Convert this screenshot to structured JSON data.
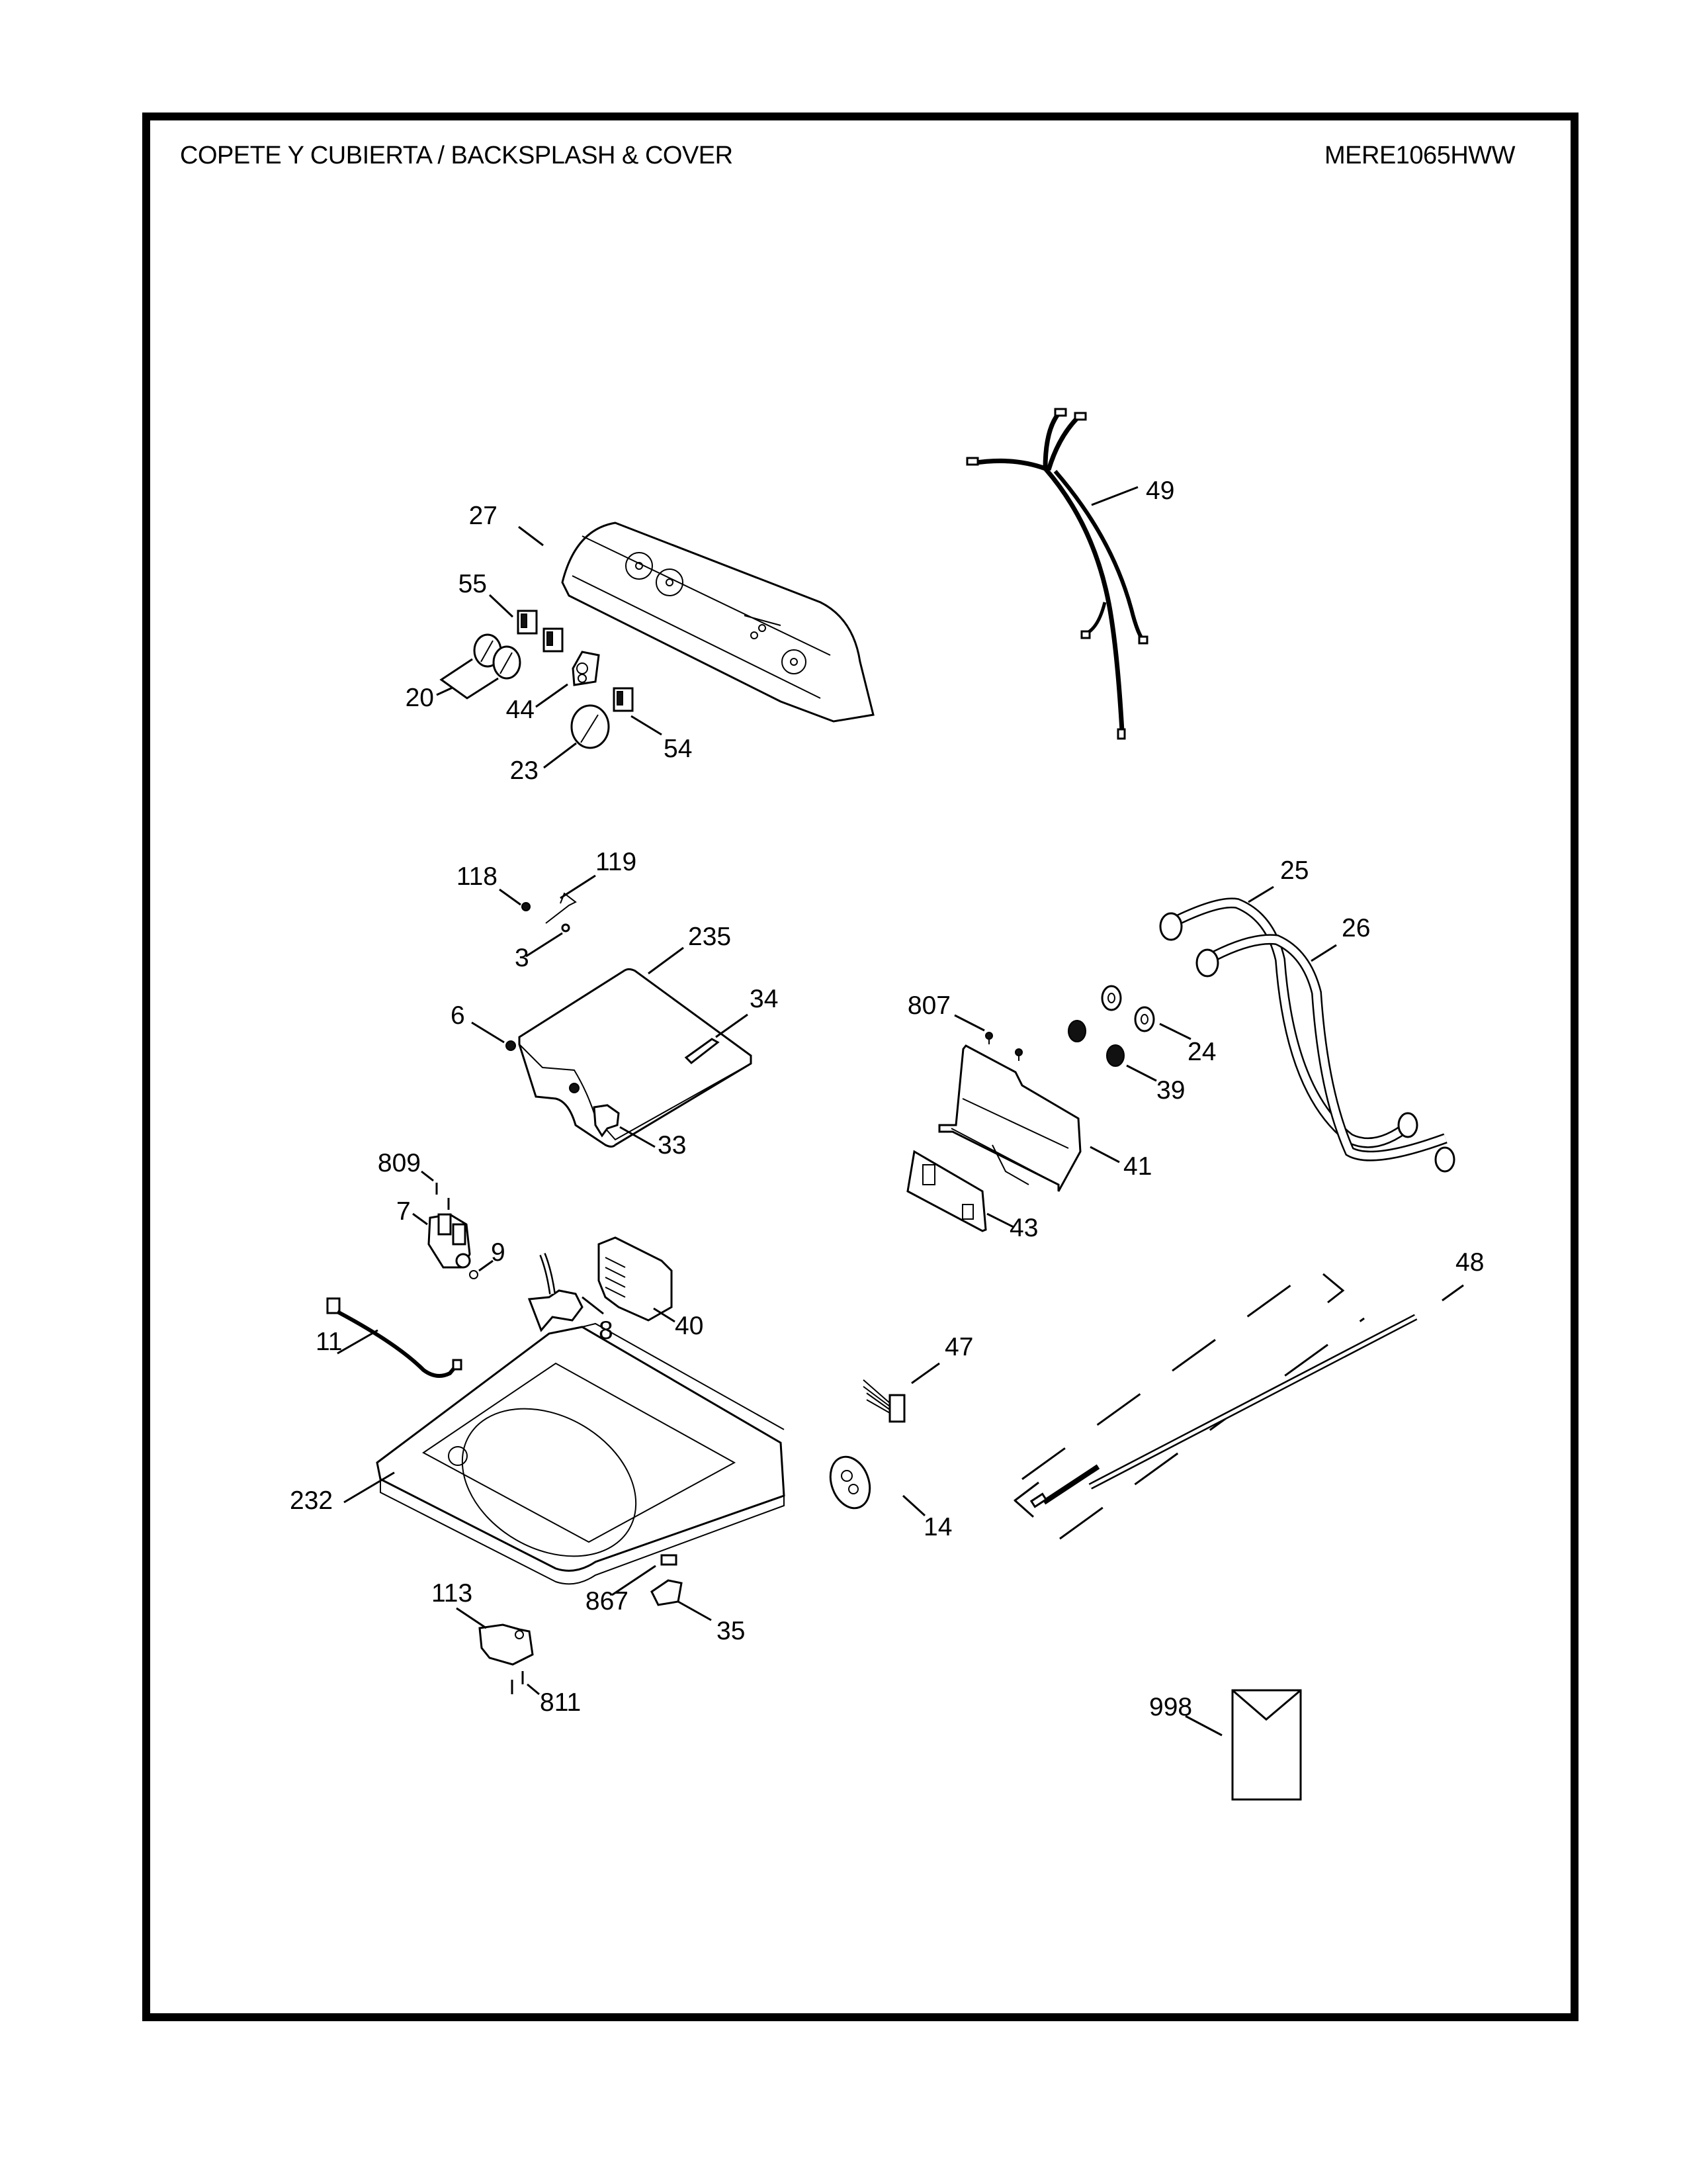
{
  "page": {
    "title": "COPETE Y CUBIERTA / BACKSPLASH & COVER",
    "model": "MERE1065HWW"
  },
  "parts": {
    "p27": "27",
    "p55": "55",
    "p20": "20",
    "p44": "44",
    "p23": "23",
    "p54": "54",
    "p49": "49",
    "p118": "118",
    "p119": "119",
    "p3": "3",
    "p235": "235",
    "p6": "6",
    "p34": "34",
    "p33": "33",
    "p807": "807",
    "p24": "24",
    "p39": "39",
    "p41": "41",
    "p25": "25",
    "p26": "26",
    "p43": "43",
    "p809": "809",
    "p7": "7",
    "p9": "9",
    "p40": "40",
    "p8": "8",
    "p48": "48",
    "p11": "11",
    "p47": "47",
    "p14": "14",
    "p232": "232",
    "p867": "867",
    "p35": "35",
    "p113": "113",
    "p811": "811",
    "p998": "998"
  }
}
